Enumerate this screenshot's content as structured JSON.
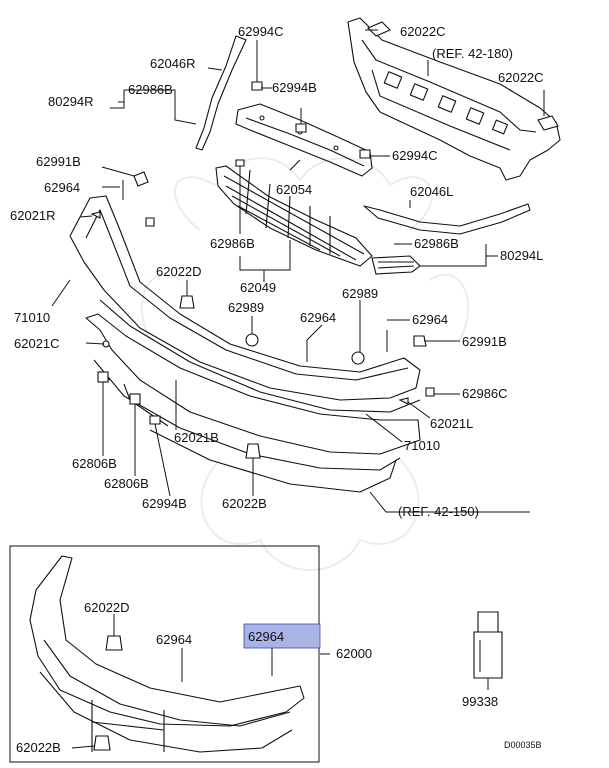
{
  "labels": {
    "l_62994c_top": "62994C",
    "l_62022c_top": "62022C",
    "l_ref_42_180": "(REF. 42-180)",
    "l_62022c_right": "62022C",
    "l_62046r": "62046R",
    "l_62994b": "62994B",
    "l_62986b_upper_left": "62986B",
    "l_80294r": "80294R",
    "l_62994c_mid": "62994C",
    "l_62991b_left": "62991B",
    "l_62964_left": "62964",
    "l_62054": "62054",
    "l_62021r": "62021R",
    "l_62046l": "62046L",
    "l_62986b_center": "62986B",
    "l_62986b_right": "62986B",
    "l_80294l": "80294L",
    "l_62022d": "62022D",
    "l_62049": "62049",
    "l_62989_left": "62989",
    "l_62989_right": "62989",
    "l_71010_left": "71010",
    "l_62964_center": "62964",
    "l_62964_right": "62964",
    "l_62021c": "62021C",
    "l_62991b_right": "62991B",
    "l_62986c": "62986C",
    "l_62021l": "62021L",
    "l_62021b": "62021B",
    "l_71010_right": "71010",
    "l_62806b_1": "62806B",
    "l_62806b_2": "62806B",
    "l_62994b_lower": "62994B",
    "l_62022b": "62022B",
    "l_ref_42_150": "(REF. 42-150)",
    "l_inset_62022d": "62022D",
    "l_inset_62964": "62964",
    "l_inset_62964_highlight": "62964",
    "l_62000": "62000",
    "l_inset_62022b": "62022B",
    "l_99338": "99338",
    "l_code": "D00035B"
  },
  "colors": {
    "highlight_fill": "#a9b3e6",
    "highlight_stroke": "#3a4aa8",
    "line": "#111111",
    "watermark": "#ececec"
  }
}
